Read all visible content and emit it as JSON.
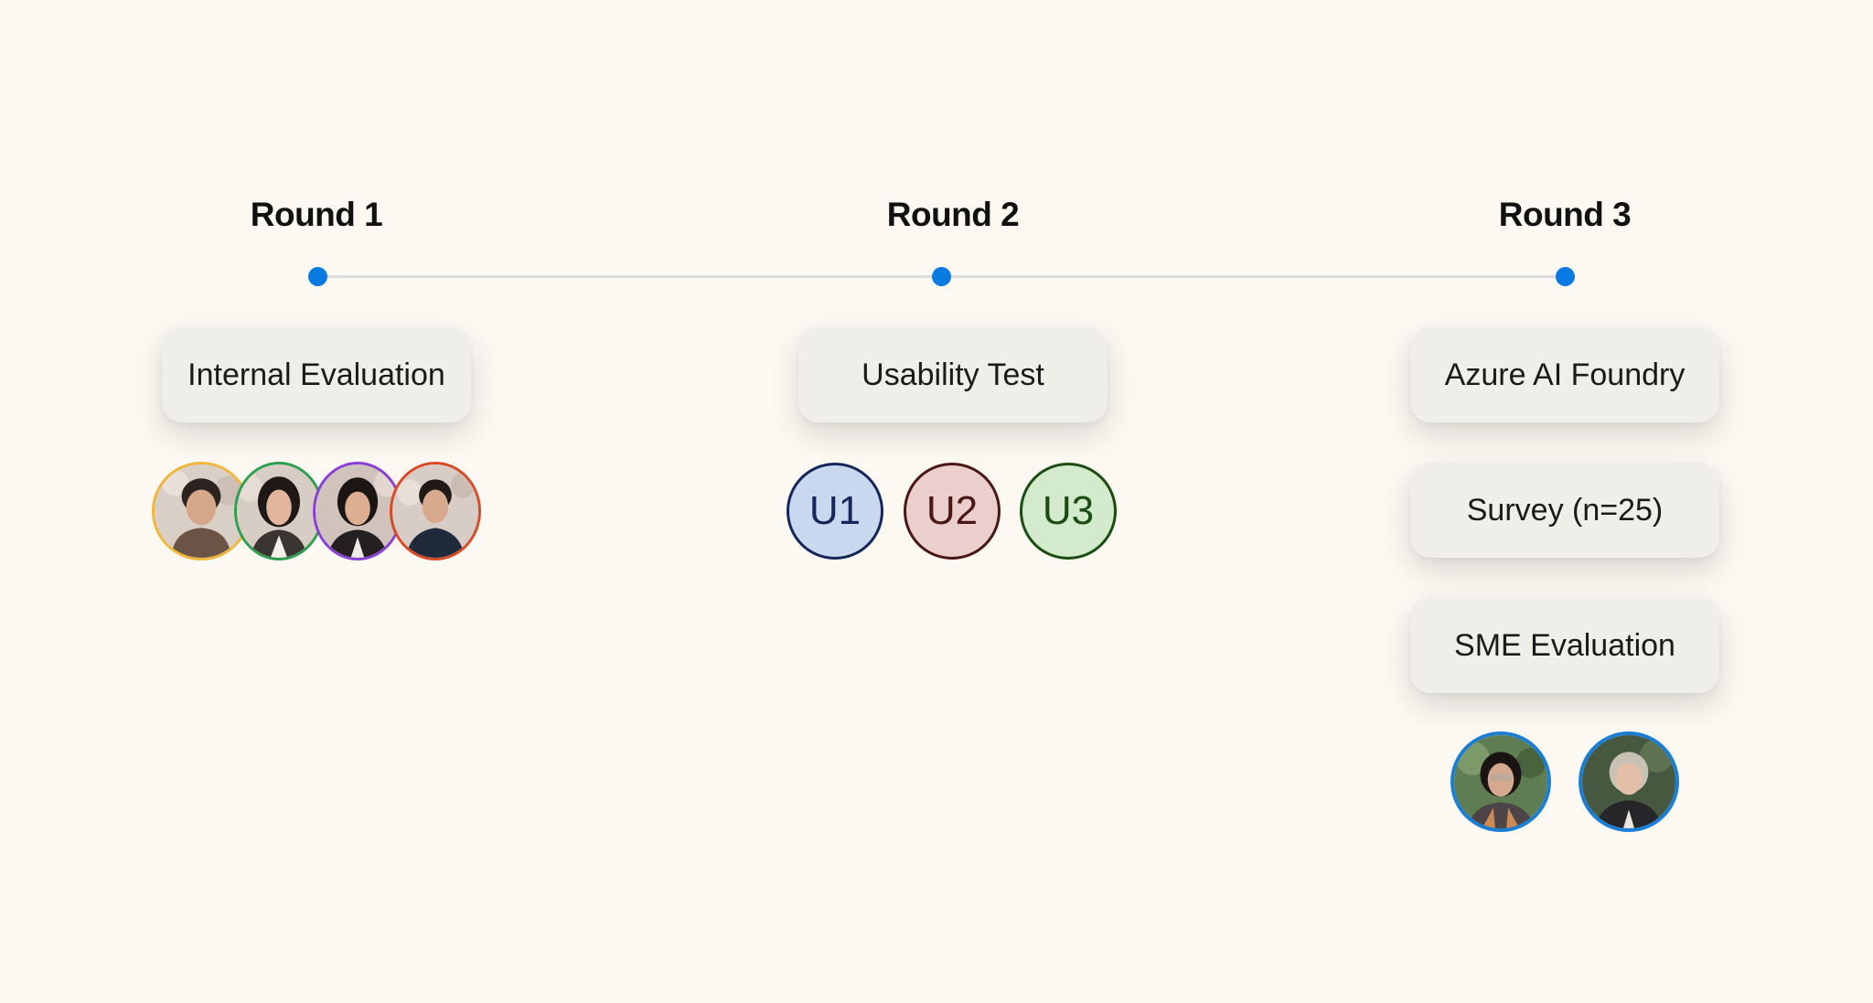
{
  "rounds": [
    {
      "title": "Round 1",
      "cards": [
        "Internal Evaluation"
      ],
      "people": [
        {
          "icon": "person-photo",
          "border": "#f0b53b"
        },
        {
          "icon": "person-photo",
          "border": "#2e9e4f"
        },
        {
          "icon": "person-photo",
          "border": "#8b3fd6"
        },
        {
          "icon": "person-photo",
          "border": "#d94a26"
        }
      ]
    },
    {
      "title": "Round 2",
      "cards": [
        "Usability Test"
      ],
      "users": [
        {
          "label": "U1",
          "bg": "#c9d8ee",
          "border": "#14265a",
          "text": "#14265a"
        },
        {
          "label": "U2",
          "bg": "#eacfcd",
          "border": "#4a1714",
          "text": "#4a1714"
        },
        {
          "label": "U3",
          "bg": "#d3ebcc",
          "border": "#1b4d12",
          "text": "#1b4d12"
        }
      ]
    },
    {
      "title": "Round 3",
      "cards": [
        "Azure AI Foundry",
        "Survey (n=25)",
        "SME Evaluation"
      ],
      "people": [
        {
          "icon": "person-photo",
          "border": "#1a7fd4"
        },
        {
          "icon": "person-photo",
          "border": "#1a7fd4"
        }
      ]
    }
  ],
  "colors": {
    "background": "#fbf9f1",
    "timeline_dot": "#0a7ae3",
    "timeline_line": "#dcdcdc",
    "card": "#f0eee8"
  }
}
